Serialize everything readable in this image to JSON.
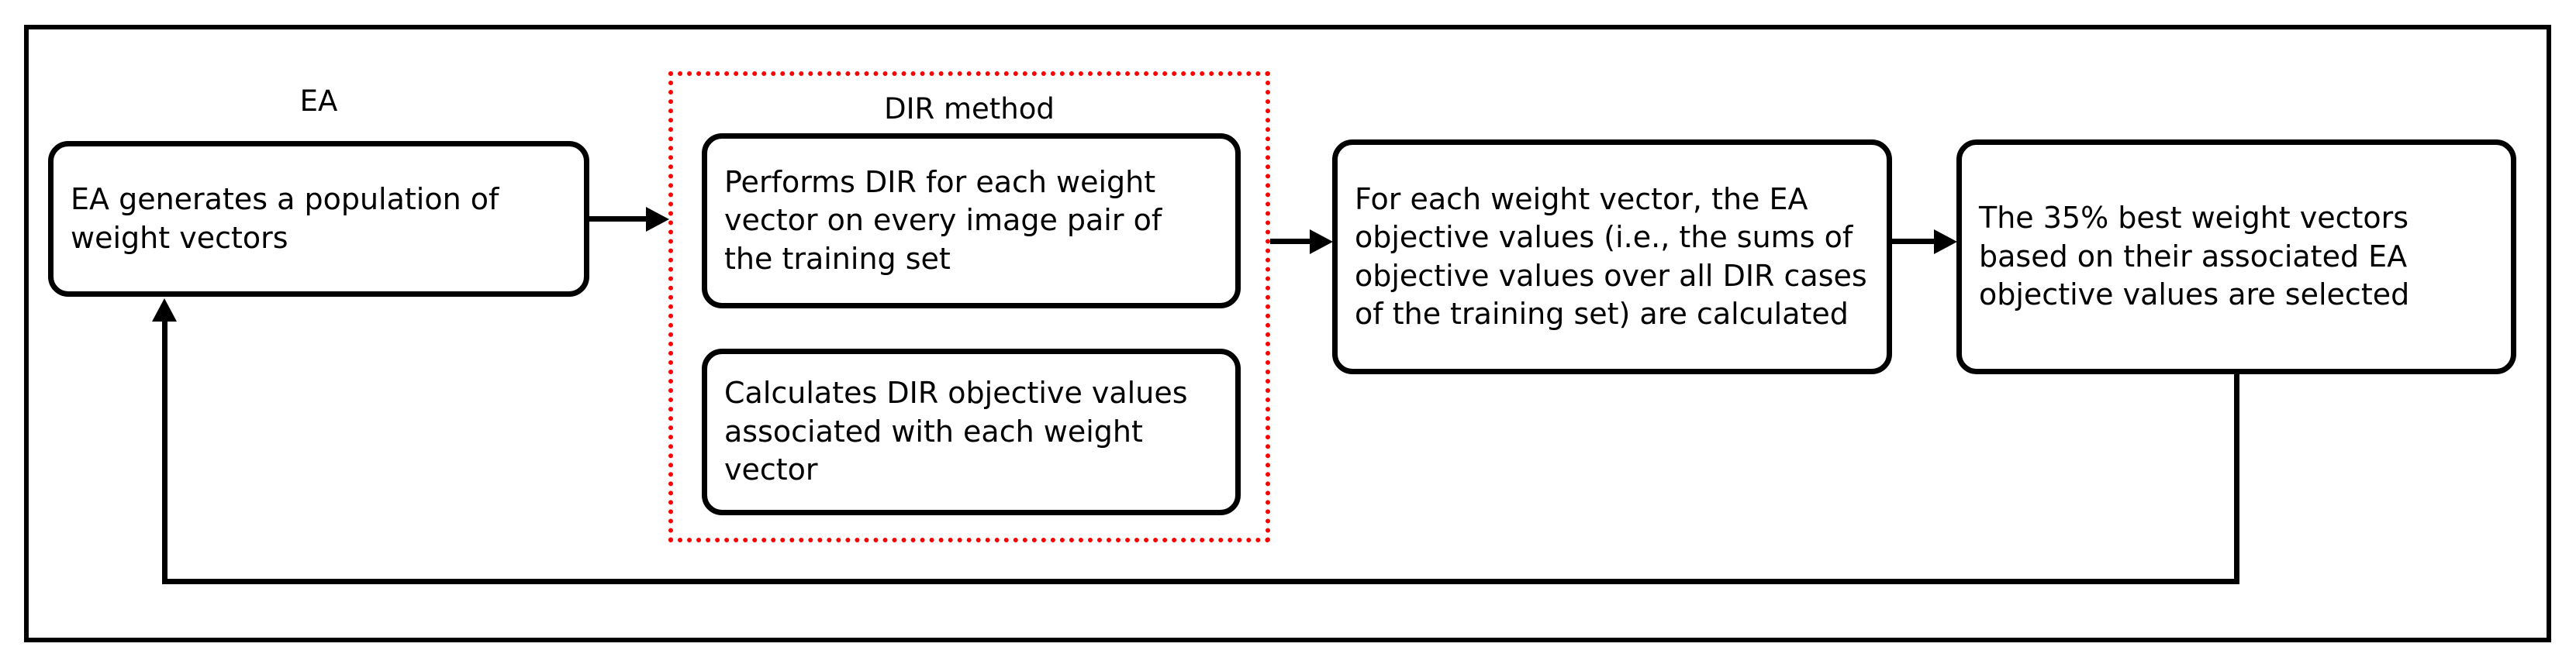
{
  "diagram": {
    "groups": {
      "ea": {
        "caption": "EA"
      },
      "dir": {
        "caption": "DIR method",
        "border_color": "#ff0000",
        "border_style": "dotted"
      }
    },
    "nodes": [
      {
        "id": "ea-generate",
        "text": "EA generates a population of weight vectors"
      },
      {
        "id": "dir-perform",
        "text": "Performs DIR for each weight vector on every image pair of the training set"
      },
      {
        "id": "dir-calculate",
        "text": "Calculates DIR objective values associated with each weight vector"
      },
      {
        "id": "ea-objective",
        "text": "For each weight vector, the EA objective values (i.e., the sums of objective values over all DIR cases of the training set) are calculated"
      },
      {
        "id": "ea-select",
        "text": "The 35% best weight vectors based on their associated EA objective values are selected"
      }
    ],
    "edges": [
      {
        "id": "edge-1",
        "from": "ea-generate",
        "to": "dir-method-group",
        "style": "arrow-right"
      },
      {
        "id": "edge-2",
        "from": "dir-method-group",
        "to": "ea-objective",
        "style": "arrow-right"
      },
      {
        "id": "edge-3",
        "from": "ea-objective",
        "to": "ea-select",
        "style": "arrow-right"
      },
      {
        "id": "edge-feedback",
        "from": "ea-select",
        "to": "ea-generate",
        "style": "arrow-up-loop"
      }
    ],
    "colors": {
      "stroke": "#000000",
      "group_highlight": "#ff0000",
      "background": "#ffffff"
    }
  }
}
